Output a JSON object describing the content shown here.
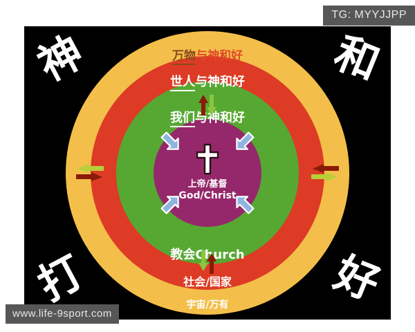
{
  "watermarks": {
    "telegram": "TG: MYYJJPP",
    "website": "www.life-9sport.com"
  },
  "corners": {
    "top_left": "神",
    "top_right": "和",
    "bottom_left": "打",
    "bottom_right": "好"
  },
  "diagram": {
    "title_phrase": "神和打好",
    "background": "#000000",
    "rings": [
      {
        "id": "universe",
        "color": "#f3bf4a",
        "top_label_underlined": "万物",
        "top_label_rest": "与神和好",
        "bottom_label": "宇宙/万有"
      },
      {
        "id": "society",
        "color": "#dd3b25",
        "top_label_underlined": "世人",
        "top_label_rest": "与神和好",
        "bottom_label": "社会/国家"
      },
      {
        "id": "church",
        "color": "#56a832",
        "top_label_underlined": "我们",
        "top_label_rest": "与神和好",
        "bottom_label": "教会Church"
      }
    ],
    "core": {
      "color": "#95286a",
      "icon": "cross-icon",
      "label_cn": "上帝/基督",
      "label_en": "God/Christ"
    },
    "arrows": {
      "diagonal_color": "#8fb4e0",
      "outward_color": "#8cc63f",
      "inward_color": "#8b1a08"
    }
  }
}
